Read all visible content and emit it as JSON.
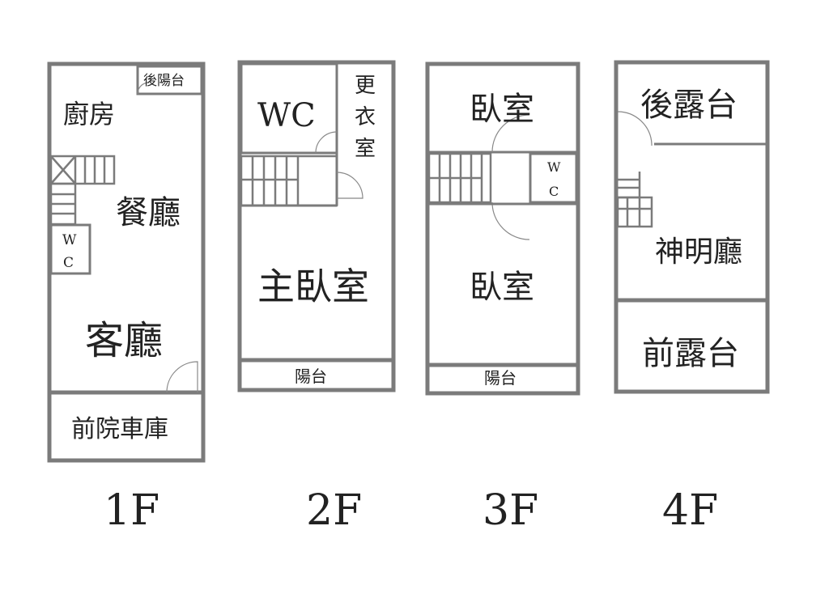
{
  "colors": {
    "wall": "#7b7b7b",
    "text": "#222222",
    "background": "#ffffff"
  },
  "floors": [
    {
      "label": "1F",
      "rooms": {
        "rear_balcony": "後陽台",
        "kitchen": "廚房",
        "dining": "餐廳",
        "wc_w": "W",
        "wc_c": "C",
        "living": "客廳",
        "front_garage": "前院車庫"
      }
    },
    {
      "label": "2F",
      "rooms": {
        "wc": "WC",
        "closet_1": "更",
        "closet_2": "衣",
        "closet_3": "室",
        "master": "主臥室",
        "balcony": "陽台"
      }
    },
    {
      "label": "3F",
      "rooms": {
        "bedroom_top": "臥室",
        "wc_w": "W",
        "wc_c": "C",
        "bedroom_main": "臥室",
        "balcony": "陽台"
      }
    },
    {
      "label": "4F",
      "rooms": {
        "rear_terrace": "後露台",
        "shrine": "神明廳",
        "front_terrace": "前露台"
      }
    }
  ]
}
